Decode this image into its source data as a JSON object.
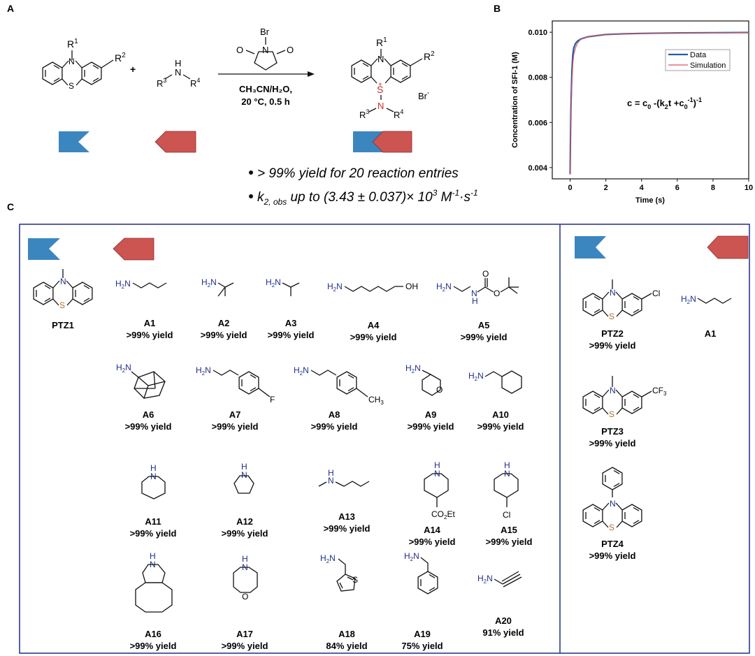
{
  "panels": {
    "a": "A",
    "b": "B",
    "c": "C"
  },
  "scheme": {
    "n_label": "N",
    "r1": "R",
    "r1_sup": "1",
    "r2": "R",
    "r2_sup": "2",
    "r3": "R",
    "r3_sup": "3",
    "r4": "R",
    "r4_sup": "4",
    "plus": "+",
    "nh_n": "N",
    "nh_h": "H",
    "s_label": "S",
    "s_plus": "+",
    "n_bottom": "N",
    "br": "Br",
    "br_minus": "-",
    "nbs_n": "N",
    "nbs_br": "Br",
    "nbs_o1": "O",
    "nbs_o2": "O",
    "cond1": "CH₃CN/H₂O,",
    "cond2": "20 °C, 0.5 h"
  },
  "bullets": [
    "> 99% yield for 20 reaction entries",
    "k2, obs up to (3.43 ± 0.037)× 10³ M⁻¹·s⁻¹"
  ],
  "bullet2_parts": {
    "k": "k",
    "sub": "2, obs",
    "rest": " up to (3.43 ± 0.037)× 10",
    "exp": "3",
    "unit": " M",
    "unit_exp": "-1",
    "dot": "·s",
    "s_exp": "-1"
  },
  "chart_data": {
    "type": "line",
    "xlabel": "Time (s)",
    "ylabel": "Concentration of SFI-1 (M)",
    "xlim": [
      -1,
      10
    ],
    "ylim": [
      0.0035,
      0.0105
    ],
    "xticks": [
      0,
      2,
      4,
      6,
      8,
      10
    ],
    "yticks": [
      0.004,
      0.006,
      0.008,
      0.01
    ],
    "ytick_labels": [
      "0.004",
      "0.006",
      "0.008",
      "0.010"
    ],
    "legend_position": "top-right",
    "equation": "c = c0 -(k2t +c0-1)-1",
    "series": [
      {
        "name": "Data",
        "color": "#1f5fa8",
        "x": [
          0,
          0.02,
          0.05,
          0.1,
          0.15,
          0.2,
          0.3,
          0.4,
          0.6,
          0.8,
          1.0,
          1.5,
          2,
          3,
          4,
          6,
          8,
          10
        ],
        "y": [
          0.0037,
          0.0055,
          0.0068,
          0.0083,
          0.009,
          0.0093,
          0.0095,
          0.0096,
          0.0097,
          0.00975,
          0.0098,
          0.00985,
          0.0099,
          0.00993,
          0.00995,
          0.00997,
          0.00998,
          0.00999
        ]
      },
      {
        "name": "Simulation",
        "color": "#d9545c",
        "x": [
          0,
          0.02,
          0.05,
          0.1,
          0.15,
          0.2,
          0.3,
          0.4,
          0.6,
          0.8,
          1.0,
          1.5,
          2,
          3,
          4,
          6,
          8,
          10
        ],
        "y": [
          0.0037,
          0.0052,
          0.0064,
          0.0078,
          0.0086,
          0.009,
          0.0093,
          0.0095,
          0.0097,
          0.00975,
          0.0098,
          0.00985,
          0.0099,
          0.00993,
          0.00995,
          0.00997,
          0.00998,
          0.00999
        ]
      }
    ]
  },
  "equation_parts": {
    "c": "c = c",
    "sub0": "0",
    "mid": " -(k",
    "sub2": "2",
    "t": "t +c",
    "sub0b": "0",
    "exp1": "-1",
    "close": ")",
    "exp2": "-1"
  },
  "panel_c": {
    "ptz1": "PTZ1",
    "amines": [
      {
        "name": "A1",
        "yield": ">99% yield"
      },
      {
        "name": "A2",
        "yield": ">99% yield"
      },
      {
        "name": "A3",
        "yield": ">99% yield"
      },
      {
        "name": "A4",
        "yield": ">99% yield"
      },
      {
        "name": "A5",
        "yield": ">99% yield"
      },
      {
        "name": "A6",
        "yield": ">99% yield"
      },
      {
        "name": "A7",
        "yield": ">99% yield"
      },
      {
        "name": "A8",
        "yield": ">99% yield"
      },
      {
        "name": "A9",
        "yield": ">99% yield"
      },
      {
        "name": "A10",
        "yield": ">99% yield"
      },
      {
        "name": "A11",
        "yield": ">99% yield"
      },
      {
        "name": "A12",
        "yield": ">99% yield"
      },
      {
        "name": "A13",
        "yield": ">99% yield"
      },
      {
        "name": "A14",
        "yield": ">99% yield"
      },
      {
        "name": "A15",
        "yield": ">99% yield"
      },
      {
        "name": "A16",
        "yield": ">99% yield"
      },
      {
        "name": "A17",
        "yield": ">99% yield"
      },
      {
        "name": "A18",
        "yield": "84% yield"
      },
      {
        "name": "A19",
        "yield": "75% yield"
      },
      {
        "name": "A20",
        "yield": "91% yield"
      }
    ],
    "right": [
      {
        "name": "PTZ2",
        "yield": ">99% yield"
      },
      {
        "name": "A1",
        "yield": ""
      },
      {
        "name": "PTZ3",
        "yield": ">99% yield"
      },
      {
        "name": "PTZ4",
        "yield": ">99% yield"
      }
    ],
    "atoms": {
      "h2n": "H",
      "h2n_sub": "2",
      "n": "N",
      "h": "H",
      "oh": "OH",
      "o": "O",
      "f": "F",
      "ch3": "CH",
      "ch3_sub": "3",
      "cl": "Cl",
      "co2et_a": "CO",
      "co2et_sub": "2",
      "co2et_b": "Et",
      "s": "S",
      "cf3": "CF",
      "cf3_sub": "3"
    }
  },
  "colors": {
    "blue": "#3b86bf",
    "red": "#cc5551",
    "frame": "#2d3a8c",
    "nitrogen": "#1f2f8a",
    "sulfur": "#b0702b"
  }
}
